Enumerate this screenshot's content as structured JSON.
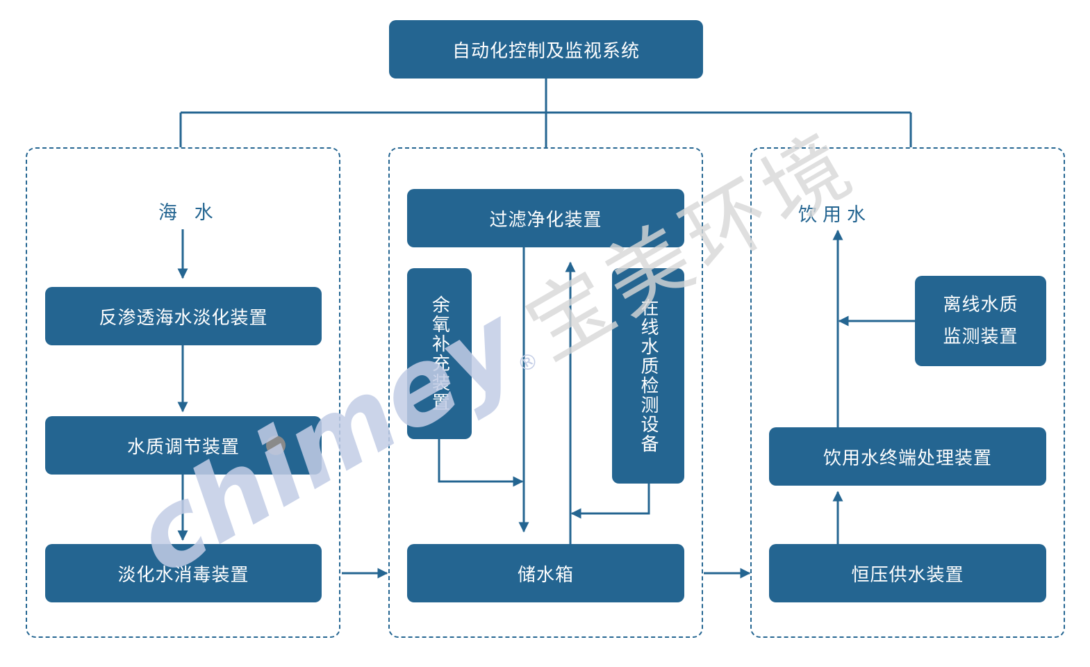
{
  "control": {
    "title": "自动化控制及监视系统"
  },
  "left": {
    "source_label": "海 水",
    "steps": [
      "反渗透海水淡化装置",
      "水质调节装置",
      "淡化水消毒装置"
    ]
  },
  "middle": {
    "filter": "过滤净化装置",
    "oxygen": "余氧补充装置",
    "online_monitor": "在线水质检测设备",
    "tank": "储水箱"
  },
  "right": {
    "output_label": "饮用水",
    "offline_monitor_line1": "离线水质",
    "offline_monitor_line2": "监测装置",
    "terminal": "饮用水终端处理装置",
    "pressure": "恒压供水装置"
  },
  "watermark": {
    "latin": "chimey",
    "chinese": "宝美环境",
    "mark": "®"
  },
  "colors": {
    "box_fill": "#246591",
    "line": "#246591",
    "text_on_box": "#ffffff"
  }
}
